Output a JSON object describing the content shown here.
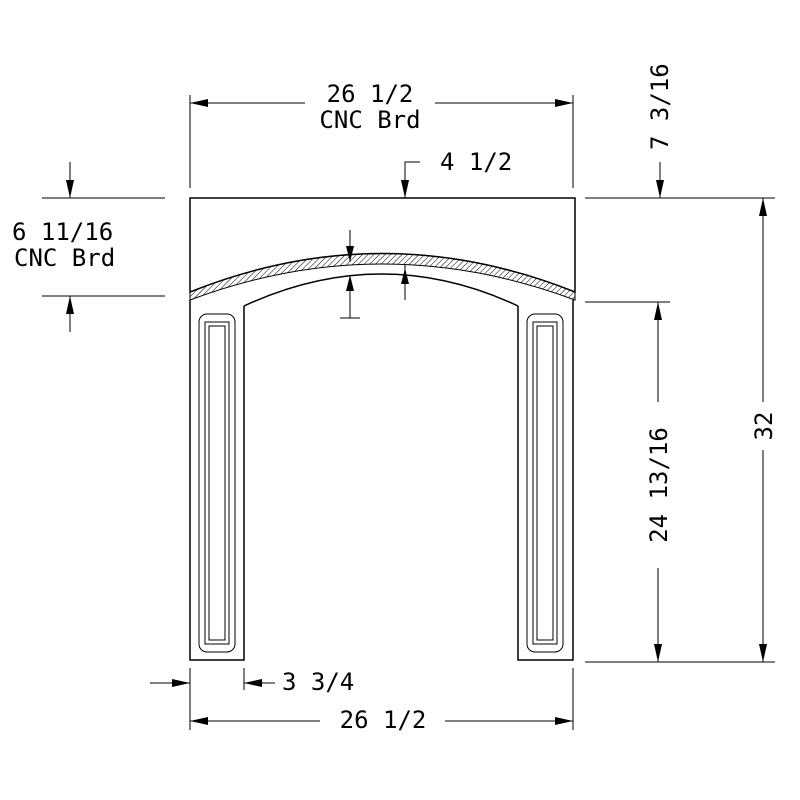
{
  "dimensions": {
    "top_width": "26 1/2",
    "top_width_note": "CNC Brd",
    "right_top": "7 3/16",
    "arch_rise": "4 1/2",
    "header_height": "6 11/16",
    "header_height_note": "CNC Brd",
    "leg_height": "24 13/16",
    "overall_height": "32",
    "stile_width": "3 3/4",
    "bottom_width": "26 1/2"
  }
}
